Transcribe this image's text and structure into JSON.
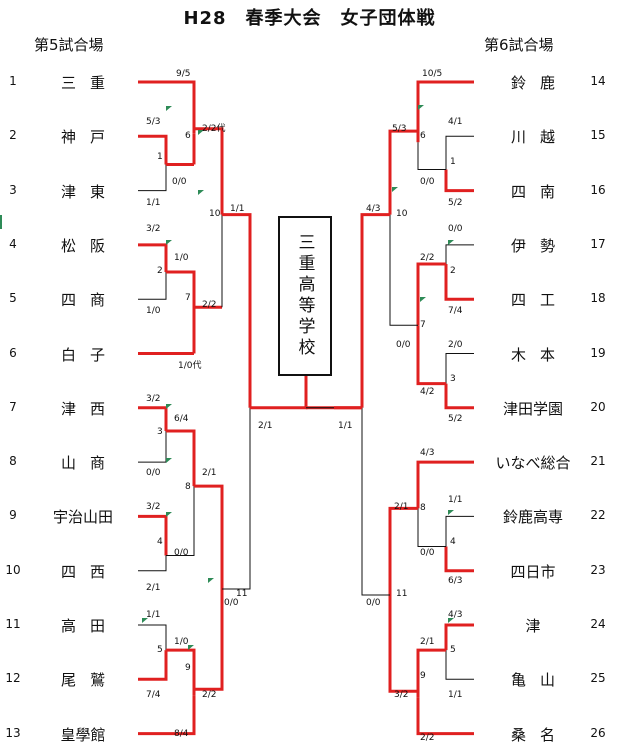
{
  "title": "H28　春季大会　女子団体戦",
  "left_header": "第5試合場",
  "right_header": "第6試合場",
  "final_label": "三重高等学校",
  "colors": {
    "winner": "#e02020",
    "line": "#111111",
    "marker": "#2e8b57"
  },
  "left_teams": [
    {
      "num": "1",
      "name": "三重"
    },
    {
      "num": "2",
      "name": "神戸"
    },
    {
      "num": "3",
      "name": "津東"
    },
    {
      "num": "4",
      "name": "松阪"
    },
    {
      "num": "5",
      "name": "四商"
    },
    {
      "num": "6",
      "name": "白子"
    },
    {
      "num": "7",
      "name": "津西"
    },
    {
      "num": "8",
      "name": "山商"
    },
    {
      "num": "9",
      "name": "宇治山田"
    },
    {
      "num": "10",
      "name": "四西"
    },
    {
      "num": "11",
      "name": "高田"
    },
    {
      "num": "12",
      "name": "尾鷲"
    },
    {
      "num": "13",
      "name": "皇學館"
    }
  ],
  "right_teams": [
    {
      "num": "14",
      "name": "鈴鹿"
    },
    {
      "num": "15",
      "name": "川越"
    },
    {
      "num": "16",
      "name": "四南"
    },
    {
      "num": "17",
      "name": "伊勢"
    },
    {
      "num": "18",
      "name": "四工"
    },
    {
      "num": "19",
      "name": "木本"
    },
    {
      "num": "20",
      "name": "津田学園"
    },
    {
      "num": "21",
      "name": "いなべ総合"
    },
    {
      "num": "22",
      "name": "鈴鹿高専"
    },
    {
      "num": "23",
      "name": "四日市"
    },
    {
      "num": "24",
      "name": "津"
    },
    {
      "num": "25",
      "name": "亀山"
    },
    {
      "num": "26",
      "name": "桑名"
    }
  ],
  "scores": {
    "l_9_5": "9/5",
    "l_5_3": "5/3",
    "l_6": "6",
    "l_2_2d": "2/2代",
    "l_1a": "1",
    "l_0_0a": "0/0",
    "l_1_1a": "1/1",
    "l_10": "10",
    "l_1_1b": "1/1",
    "l_3_2a": "3/2",
    "l_1_0a": "1/0",
    "l_2a": "2",
    "l_7": "7",
    "l_1_0b": "1/0",
    "l_2_2a": "2/2",
    "l_1_0d": "1/0代",
    "l_3_2b": "3/2",
    "l_6_4": "6/4",
    "l_3a": "3",
    "l_0_0b": "0/0",
    "l_2_1a": "2/1",
    "l_8": "8",
    "l_2_1final": "2/1",
    "l_3_2c": "3/2",
    "l_4a": "4",
    "l_0_0c": "0/0",
    "l_2_1b": "2/1",
    "l_11": "11",
    "l_0_0d": "0/0",
    "l_1_1c": "1/1",
    "l_1_0c": "1/0",
    "l_5a": "5",
    "l_9": "9",
    "l_7_4": "7/4",
    "l_2_2b": "2/2",
    "l_8_4": "8/4",
    "r_10_5": "10/5",
    "r_5_3": "5/3",
    "r_4_1": "4/1",
    "r_6": "6",
    "r_1a": "1",
    "r_0_0a": "0/0",
    "r_5_2a": "5/2",
    "r_4_3a": "4/3",
    "r_10": "10",
    "r_0_0b": "0/0",
    "r_2_2a": "2/2",
    "r_2a": "2",
    "r_7_4": "7/4",
    "r_7": "7",
    "r_0_0c": "0/0",
    "r_2_0": "2/0",
    "r_3a": "3",
    "r_4_2": "4/2",
    "r_5_2b": "5/2",
    "r_1_1final": "1/1",
    "r_4_3b": "4/3",
    "r_2_1a": "2/1",
    "r_8": "8",
    "r_1_1b": "1/1",
    "r_4a": "4",
    "r_0_0d": "0/0",
    "r_6_3": "6/3",
    "r_11": "11",
    "r_0_0e": "0/0",
    "r_4_3c": "4/3",
    "r_2_1b": "2/1",
    "r_5a": "5",
    "r_9": "9",
    "r_1_1c": "1/1",
    "r_3_2": "3/2",
    "r_2_2b": "2/2"
  }
}
